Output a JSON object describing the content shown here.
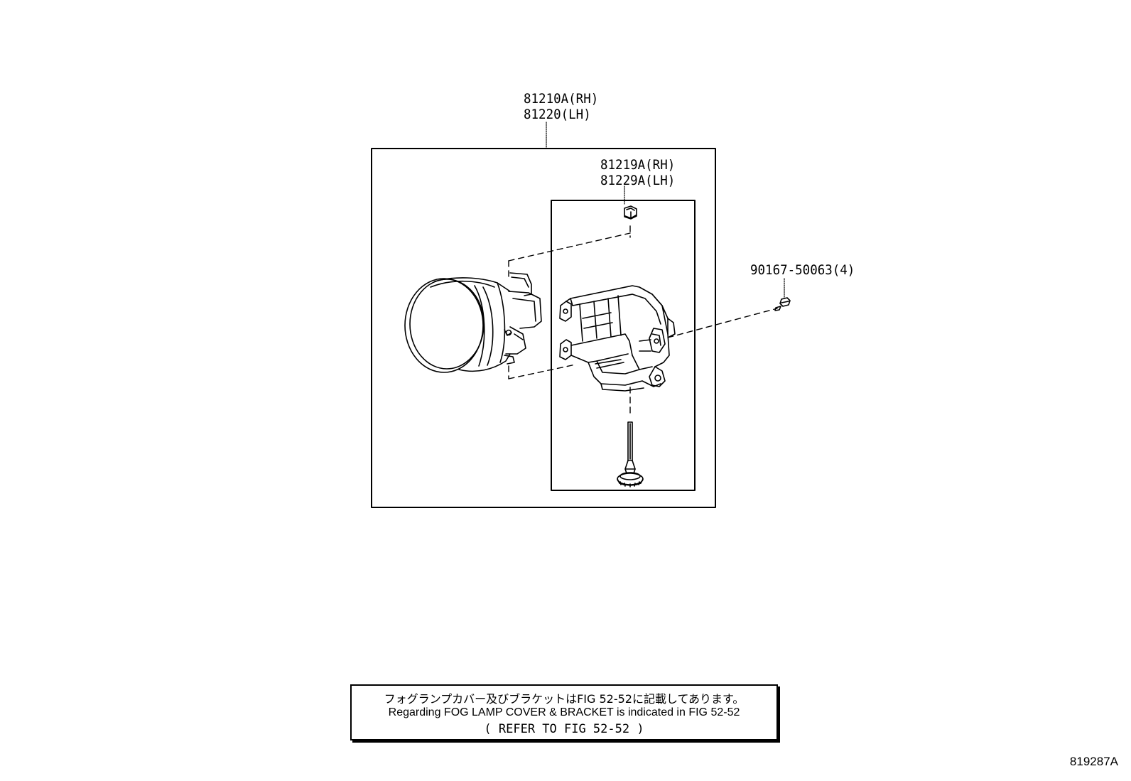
{
  "labels": {
    "fog_lamp_rh": "81210A(RH)",
    "fog_lamp_lh": "81220(LH)",
    "bracket_rh": "81219A(RH)",
    "bracket_lh": "81229A(LH)",
    "screw": "90167-50063(4)"
  },
  "note": {
    "japanese": "フォグランプカバー及びブラケットはFIG 52-52に記載してあります。",
    "english": "Regarding FOG LAMP COVER & BRACKET is indicated in FIG 52-52",
    "reference": "(  REFER TO FIG 52-52  )"
  },
  "figure_code": "819287A",
  "icons": {
    "fog_lamp": "fog-lamp-assembly-icon",
    "bracket": "fog-lamp-bracket-icon",
    "nut": "clip-nut-icon",
    "bolt": "adjuster-bolt-icon",
    "screw": "screw-icon"
  }
}
